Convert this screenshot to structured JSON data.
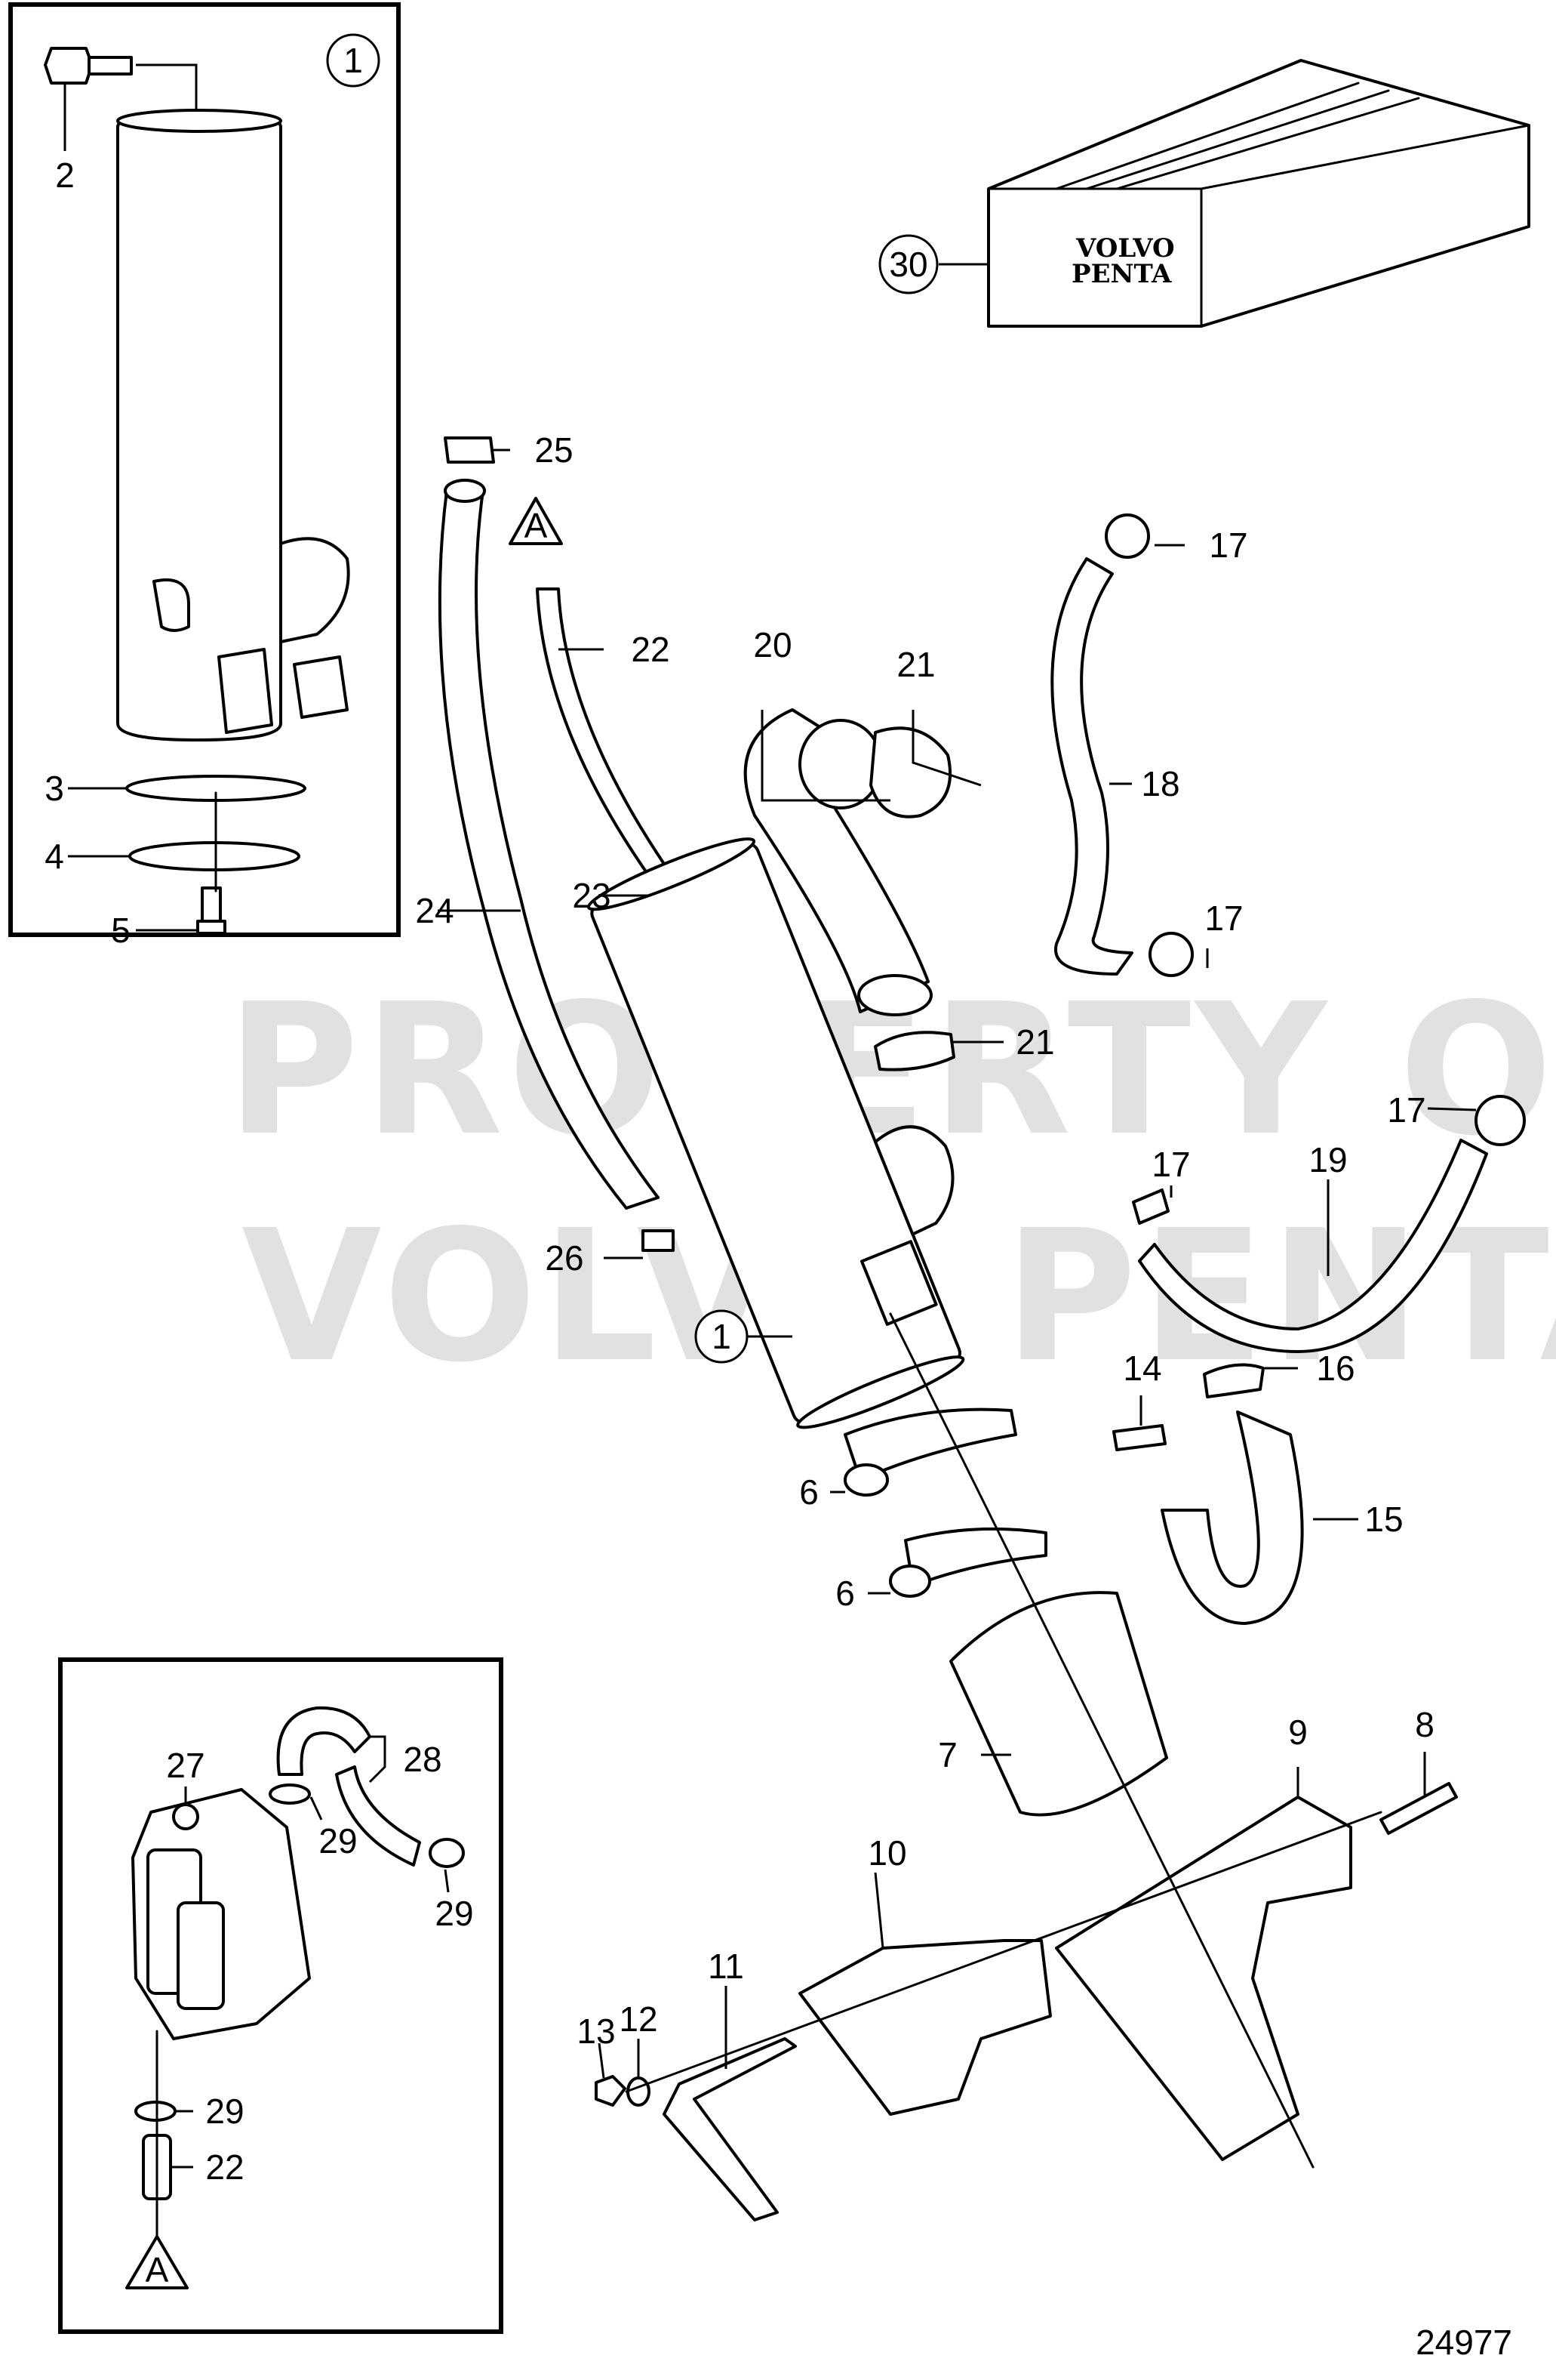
{
  "watermark": {
    "line1": "PROPERTY OF",
    "line2": "VOLVO PENTA"
  },
  "box_brand": {
    "line1": "VOLVO",
    "line2": "PENTA"
  },
  "drawing_number": "24977",
  "callouts": {
    "c1_inset": "1",
    "c2": "2",
    "c3": "3",
    "c4": "4",
    "c5": "5",
    "c30": "30",
    "c25": "25",
    "c22_main": "22",
    "c17_a": "17",
    "c20": "20",
    "c21_a": "21",
    "c18": "18",
    "c23": "23",
    "c24": "24",
    "c17_b": "17",
    "c21_b": "21",
    "c17_c": "17",
    "c17_d": "17",
    "c19": "19",
    "c26": "26",
    "c1_main": "1",
    "c16": "16",
    "c14": "14",
    "c6_a": "6",
    "c15": "15",
    "c6_b": "6",
    "c7": "7",
    "c9": "9",
    "c8": "8",
    "c27": "27",
    "c28": "28",
    "c29_a": "29",
    "c29_b": "29",
    "c10": "10",
    "c11": "11",
    "c12": "12",
    "c13": "13",
    "c29_c": "29",
    "c22_inset": "22"
  },
  "references": {
    "ref_a_main": "A",
    "ref_a_inset": "A"
  }
}
